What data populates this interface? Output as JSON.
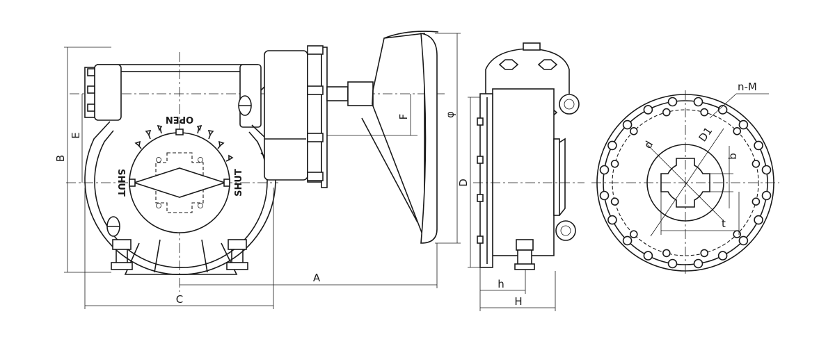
{
  "dimensions": {
    "A": "A",
    "B": "B",
    "C": "C",
    "D": "D",
    "E": "E",
    "F": "F",
    "H": "H",
    "h": "h",
    "phi": "φ",
    "nM": "n-M",
    "D1": "D1",
    "d": "d",
    "b": "b",
    "t": "t"
  },
  "dial_marks": {
    "open": "OPEN",
    "shut_left": "SHUT",
    "shut_right": "SHUT"
  },
  "colors": {
    "line": "#1a1a1a",
    "background": "#ffffff"
  }
}
